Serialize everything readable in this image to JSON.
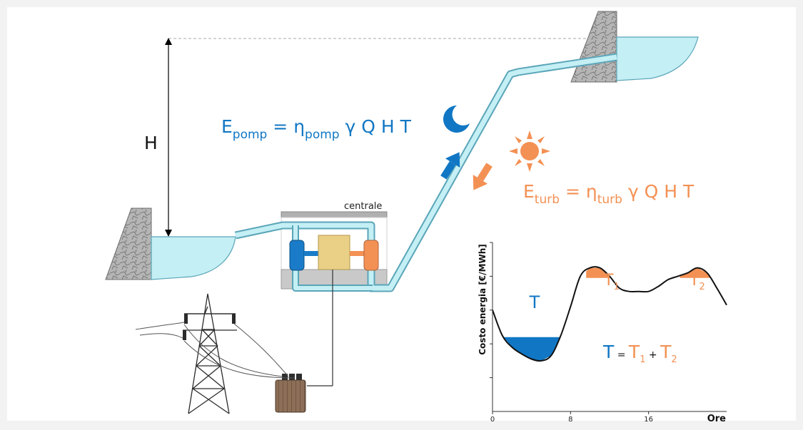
{
  "labels": {
    "head": "H",
    "plant": "centrale"
  },
  "pump_equation": {
    "lhs": "E",
    "lhs_sub": "pomp",
    "eq": " = ",
    "eta": "η",
    "eta_sub": "pomp",
    "rest": " γ Q H T",
    "color": "#1177c4"
  },
  "turbine_equation": {
    "lhs": "E",
    "lhs_sub": "turb",
    "eq": " = ",
    "eta": "η",
    "eta_sub": "turb",
    "rest": " γ Q H T",
    "color": "#f39154"
  },
  "icons": {
    "night": "moon-icon",
    "day": "sun-icon",
    "pump_direction": "arrow-up-icon",
    "turbine_direction": "arrow-down-icon"
  },
  "colors": {
    "water": "#c4eff4",
    "water_edge": "#5aa5b8",
    "pump_blue": "#1177c4",
    "turbine_orange": "#f39154"
  },
  "chart_data": {
    "type": "line",
    "title": "",
    "xlabel": "Ore",
    "ylabel": "Costo energia [€/MWh]",
    "xticks": [
      "0",
      "8",
      "16"
    ],
    "xlim": [
      0,
      24
    ],
    "ylim": [
      0,
      100
    ],
    "grid": false,
    "x": [
      0,
      1,
      2,
      3,
      4,
      5,
      6,
      7,
      8,
      9,
      10,
      11,
      12,
      13,
      14,
      15,
      16,
      17,
      18,
      19,
      20,
      21,
      22,
      23,
      24
    ],
    "values": [
      60,
      45,
      38,
      34,
      31,
      30,
      33,
      45,
      62,
      80,
      85,
      85,
      80,
      73,
      71,
      71,
      71,
      74,
      78,
      80,
      82,
      85,
      82,
      73,
      63
    ],
    "annotations": [
      {
        "label": "T",
        "sub": "",
        "role": "pumping (low-price window)",
        "color": "#1177c4"
      },
      {
        "label": "T",
        "sub": "1",
        "role": "generation peak 1",
        "color": "#f39154"
      },
      {
        "label": "T",
        "sub": "2",
        "role": "generation peak 2",
        "color": "#f39154"
      }
    ],
    "formula": {
      "t": "T",
      "eq": " = ",
      "t1": "T",
      "s1": "1",
      "plus": " + ",
      "t2": "T",
      "s2": "2"
    }
  }
}
